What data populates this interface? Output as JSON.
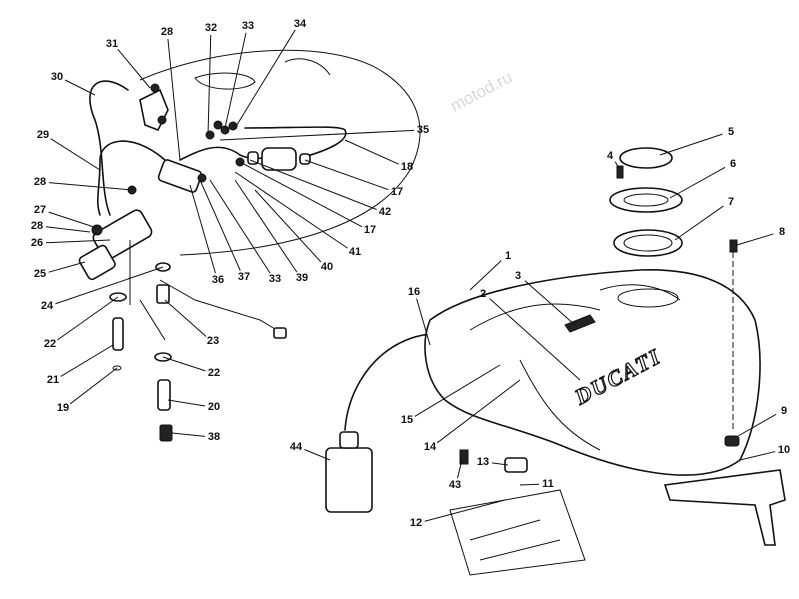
{
  "diagram": {
    "brand_on_tank": "DUCATI",
    "watermark": "motod.ru",
    "callouts": [
      "31",
      "28",
      "32",
      "33",
      "34",
      "30",
      "29",
      "35",
      "18",
      "17",
      "28",
      "42",
      "17",
      "27",
      "28",
      "26",
      "41",
      "40",
      "25",
      "36",
      "37",
      "33",
      "39",
      "24",
      "22",
      "23",
      "22",
      "21",
      "19",
      "20",
      "38",
      "5",
      "4",
      "6",
      "7",
      "8",
      "1",
      "3",
      "2",
      "16",
      "15",
      "14",
      "44",
      "13",
      "43",
      "11",
      "12",
      "9",
      "10"
    ]
  }
}
